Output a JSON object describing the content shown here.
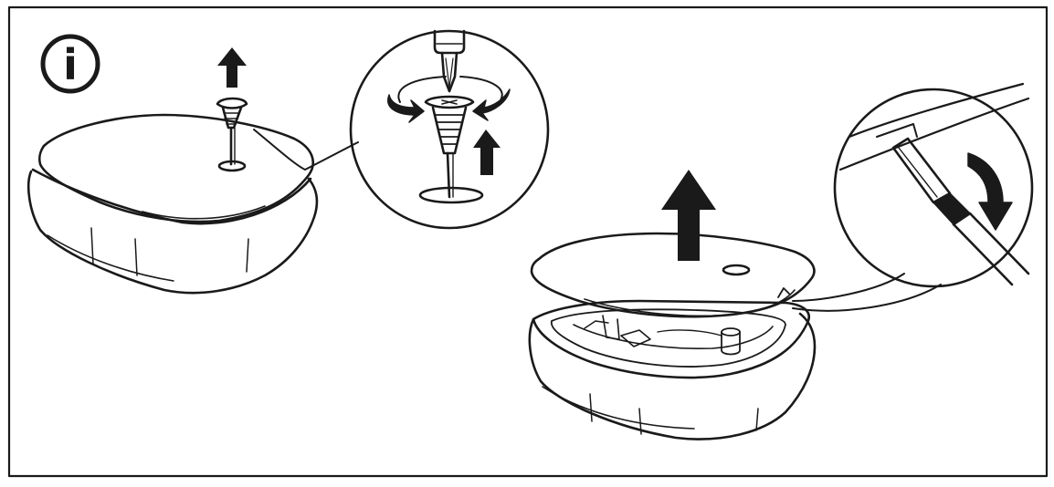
{
  "info_badge": {
    "symbol": "i",
    "icon": "info-icon"
  },
  "colors": {
    "stroke": "#1a1a1a",
    "background": "#ffffff"
  },
  "steps": [
    {
      "name": "remove-screw",
      "icons": [
        "screw-icon",
        "arrow-up-icon"
      ]
    },
    {
      "name": "screwdriver-detail",
      "icons": [
        "screwdriver-icon",
        "rotate-counterclockwise-icon",
        "arrow-up-icon"
      ]
    },
    {
      "name": "pry-lid-open",
      "icons": [
        "flat-screwdriver-icon",
        "arrow-down-icon",
        "arrow-up-icon"
      ]
    }
  ]
}
